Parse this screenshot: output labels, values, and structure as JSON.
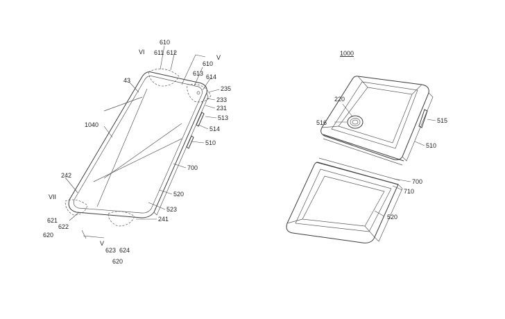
{
  "figure_left": {
    "labels": {
      "l610a": "610",
      "lVI": "VI",
      "l611": "611",
      "l612": "612",
      "lV_top": "V",
      "l610b": "610",
      "l613": "613",
      "l614": "614",
      "l235": "235",
      "l43": "43",
      "l233": "233",
      "l231": "231",
      "l513": "513",
      "l1040": "1040",
      "l514": "514",
      "l510": "510",
      "l700": "700",
      "l242": "242",
      "l520": "520",
      "lVII": "VII",
      "l523": "523",
      "l621": "621",
      "l241": "241",
      "l622": "622",
      "l620a": "620",
      "lV_bot": "V",
      "l623": "623",
      "l624": "624",
      "l620b": "620"
    }
  },
  "figure_right": {
    "title": "1000",
    "labels": {
      "l220": "220",
      "l516": "516",
      "l515": "515",
      "l510": "510",
      "l700": "700",
      "l710": "710",
      "l520": "520"
    }
  }
}
